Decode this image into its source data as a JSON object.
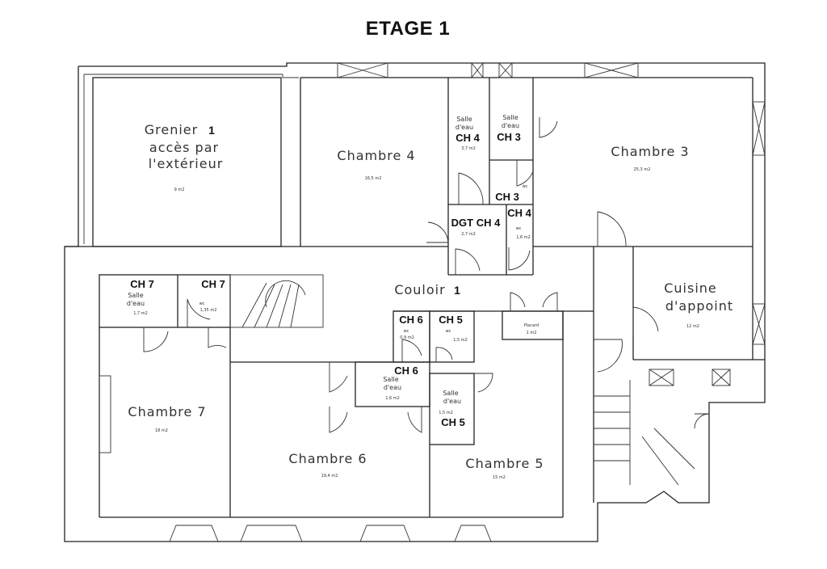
{
  "title": "ETAGE 1",
  "rooms": {
    "grenier": {
      "l1": "Grenier",
      "num": "1",
      "l2": "accès par",
      "l3": "l'extérieur",
      "area": "9 m2"
    },
    "ch4": {
      "name": "Chambre 4",
      "area": "16,5 m2"
    },
    "sde_ch4": {
      "l1": "Salle",
      "l2": "d'eau",
      "tag": "CH 4",
      "area": "3,7 m2"
    },
    "sde_ch3": {
      "l1": "Salle",
      "l2": "d'eau",
      "tag": "CH 3"
    },
    "wc_ch3": {
      "label": "wc",
      "tag": "CH 3"
    },
    "ch3": {
      "name": "Chambre 3",
      "area": "25,3 m2"
    },
    "dgt_ch4": {
      "tag": "DGT CH 4",
      "area": "2,7 m2"
    },
    "wc_ch4": {
      "tag": "CH 4",
      "label": "wc",
      "area": "1,6 m2"
    },
    "sde_ch7": {
      "tag": "CH 7",
      "l1": "Salle",
      "l2": "d'eau",
      "area": "1,7 m2"
    },
    "wc_ch7": {
      "tag": "CH 7",
      "label": "wc",
      "area": "1,35 m2"
    },
    "couloir": {
      "name": "Couloir",
      "num": "1"
    },
    "cuisine": {
      "l1": "Cuisine",
      "l2": "d'appoint",
      "area": "12 m2"
    },
    "wc_ch6": {
      "tag": "CH 6",
      "label": "wc",
      "area": "0,9 m2"
    },
    "wc_ch5": {
      "tag": "CH 5",
      "label": "wc",
      "area": "1,5 m2"
    },
    "placard": {
      "label": "Placard",
      "area": "1 m2"
    },
    "sde_ch6": {
      "tag": "CH 6",
      "l1": "Salle",
      "l2": "d'eau",
      "area": "1,6 m2"
    },
    "sde_ch5": {
      "l1": "Salle",
      "l2": "d'eau",
      "area": "1,5 m2",
      "tag": "CH 5"
    },
    "ch7": {
      "name": "Chambre 7",
      "area": "18 m2"
    },
    "ch6": {
      "name": "Chambre 6",
      "area": "19,4 m2"
    },
    "ch5": {
      "name": "Chambre 5",
      "area": "15 m2"
    }
  }
}
